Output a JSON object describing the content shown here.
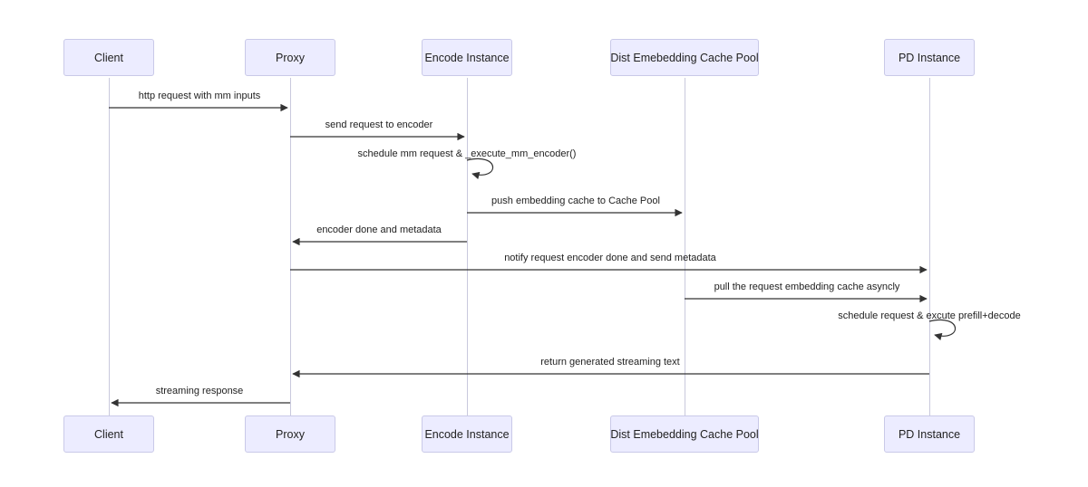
{
  "diagram": {
    "type": "sequence-diagram",
    "actors": [
      {
        "label": "Client"
      },
      {
        "label": "Proxy"
      },
      {
        "label": "Encode Instance"
      },
      {
        "label": "Dist Emebedding Cache Pool"
      },
      {
        "label": "PD Instance"
      }
    ],
    "messages": [
      {
        "label": "http request with mm inputs",
        "from": "Client",
        "to": "Proxy",
        "kind": "solid-arrow"
      },
      {
        "label": "send request to encoder",
        "from": "Proxy",
        "to": "Encode Instance",
        "kind": "solid-arrow"
      },
      {
        "label": "schedule mm request & _execute_mm_encoder()",
        "from": "Encode Instance",
        "to": "Encode Instance",
        "kind": "self-loop"
      },
      {
        "label": "push embedding cache to Cache Pool",
        "from": "Encode Instance",
        "to": "Dist Emebedding Cache Pool",
        "kind": "solid-arrow"
      },
      {
        "label": "encoder done and metadata",
        "from": "Encode Instance",
        "to": "Proxy",
        "kind": "solid-arrow"
      },
      {
        "label": "notify request encoder done and send metadata",
        "from": "Proxy",
        "to": "PD Instance",
        "kind": "solid-arrow"
      },
      {
        "label": "pull the request embedding cache asyncly",
        "from": "Dist Emebedding Cache Pool",
        "to": "PD Instance",
        "kind": "solid-arrow"
      },
      {
        "label": "schedule request & excute prefill+decode",
        "from": "PD Instance",
        "to": "PD Instance",
        "kind": "self-loop"
      },
      {
        "label": "return generated streaming text",
        "from": "PD Instance",
        "to": "Proxy",
        "kind": "solid-arrow"
      },
      {
        "label": "streaming response",
        "from": "Proxy",
        "to": "Client",
        "kind": "solid-arrow"
      }
    ],
    "colors": {
      "background": "#ffffff",
      "actor_fill": "#ececff",
      "actor_border": "#c9c9e8",
      "lifeline": "#c9c9dd",
      "arrow": "#333333",
      "text": "#222222"
    }
  }
}
